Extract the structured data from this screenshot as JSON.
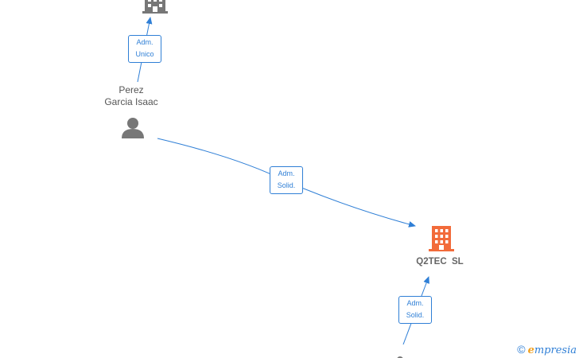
{
  "nodes": {
    "top_company": {
      "label": "",
      "icon": "building-icon",
      "color": "#777777"
    },
    "person": {
      "label_line1": "Perez",
      "label_line2": "Garcia Isaac",
      "icon": "person-icon",
      "color": "#777777"
    },
    "main_company": {
      "label": "Q2TEC  SL",
      "icon": "building-icon",
      "color": "#f26b3a"
    },
    "bottom_person": {
      "label": "",
      "icon": "person-icon",
      "color": "#777777"
    }
  },
  "edges": [
    {
      "from": "person",
      "to": "top_company",
      "label_line1": "Adm.",
      "label_line2": "Unico"
    },
    {
      "from": "person",
      "to": "main_company",
      "label_line1": "Adm.",
      "label_line2": "Solid."
    },
    {
      "from": "bottom_person",
      "to": "main_company",
      "label_line1": "Adm.",
      "label_line2": "Solid."
    }
  ],
  "colors": {
    "edge": "#2f7fd6",
    "accent": "#f26b3a",
    "node": "#777777"
  },
  "watermark": {
    "symbol": "©",
    "brand_initial": "e",
    "brand_rest": "mpresia"
  }
}
